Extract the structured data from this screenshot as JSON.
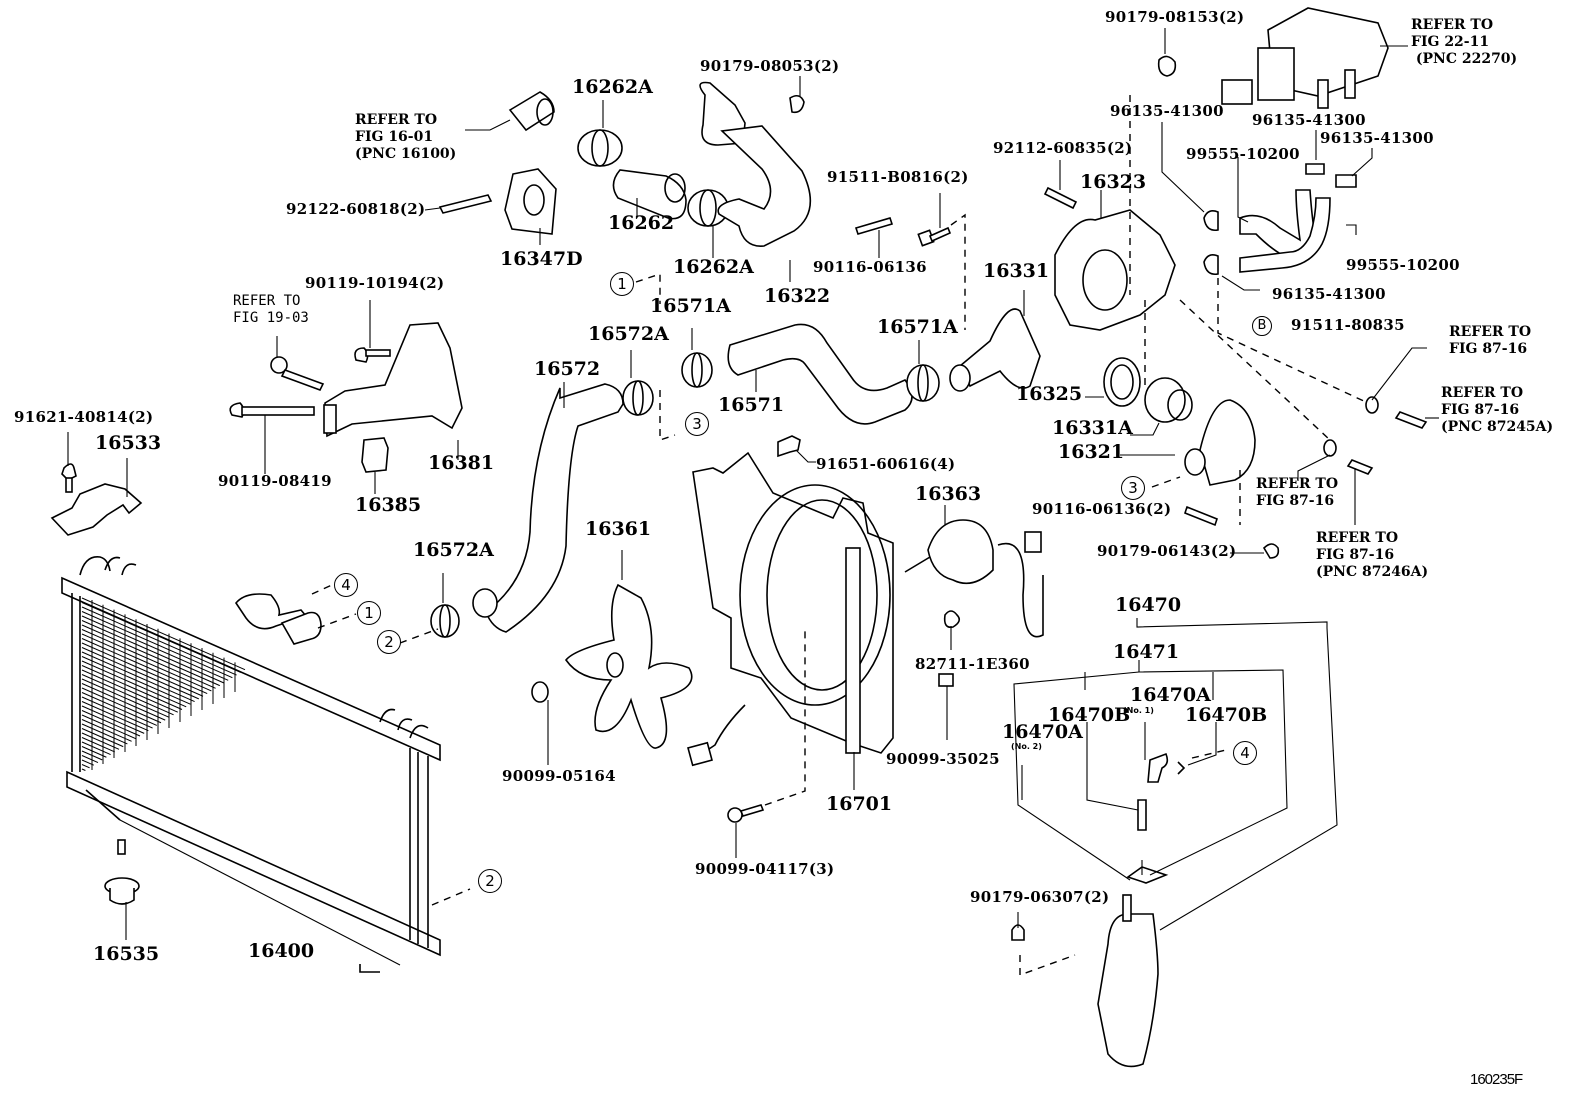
{
  "diagram": {
    "figure_code": "160235F",
    "parts": {
      "p16262A_top": "16262A",
      "p16262": "16262",
      "p16262A_bot": "16262A",
      "p16347D": "16347D",
      "p16322": "16322",
      "p90179_08053": "90179-08053(2)",
      "p92122_60818": "92122-60818(2)",
      "p90119_10194": "90119-10194(2)",
      "p90119_08419": "90119-08419",
      "p16381": "16381",
      "p16385": "16385",
      "p91621_40814": "91621-40814(2)",
      "p16533": "16533",
      "p16572": "16572",
      "p16572A_top": "16572A",
      "p16572A_bot": "16572A",
      "p16571A_left": "16571A",
      "p16571": "16571",
      "p16571A_right": "16571A",
      "p90116_06136_top": "90116-06136",
      "p91511_B0816": "91511-B0816(2)",
      "p16331": "16331",
      "p92112_60835": "92112-60835(2)",
      "p16323": "16323",
      "p90179_08153": "90179-08153(2)",
      "p96135_a": "96135-41300",
      "p96135_b": "96135-41300",
      "p96135_c": "96135-41300",
      "p96135_d": "96135-41300",
      "p99555_a": "99555-10200",
      "p99555_b": "99555-10200",
      "p91511_80835": "91511-80835",
      "p16325": "16325",
      "p16331A": "16331A",
      "p16321": "16321",
      "p90116_06136_bot": "90116-06136(2)",
      "p90179_06143": "90179-06143(2)",
      "p91651_60616": "91651-60616(4)",
      "p16363": "16363",
      "p16361": "16361",
      "p82711_1E360": "82711-1E360",
      "p90099_35025": "90099-35025",
      "p90099_05164": "90099-05164",
      "p16701": "16701",
      "p90099_04117": "90099-04117(3)",
      "p16470": "16470",
      "p16471": "16471",
      "p16470A_no1": "16470A",
      "p16470B_left": "16470B",
      "p16470B_right": "16470B",
      "p16470A_no2": "16470A",
      "p90179_06307": "90179-06307(2)",
      "p16400": "16400",
      "p16535": "16535"
    },
    "notes": {
      "no1": "(No. 1)",
      "no2": "(No. 2)"
    },
    "references": {
      "ref_16_01": "REFER TO\nFIG 16-01\n(PNC 16100)",
      "ref_19_03": "REFER TO\nFIG 19-03",
      "ref_22_11": "REFER TO\nFIG 22-11\n (PNC 22270)",
      "ref_87_16_a": "REFER TO\nFIG 87-16",
      "ref_87_16_b": "REFER TO\nFIG 87-16\n(PNC 87245A)",
      "ref_87_16_c": "REFER TO\nFIG 87-16",
      "ref_87_16_d": "REFER TO\nFIG 87-16\n(PNC 87246A)"
    },
    "callouts": {
      "c1_top": "1",
      "c3_top": "3",
      "c4_rad": "4",
      "c1_rad": "1",
      "c2_rad": "2",
      "c2_bottom": "2",
      "c3_right": "3",
      "c4_right": "4",
      "cB": "B"
    }
  }
}
